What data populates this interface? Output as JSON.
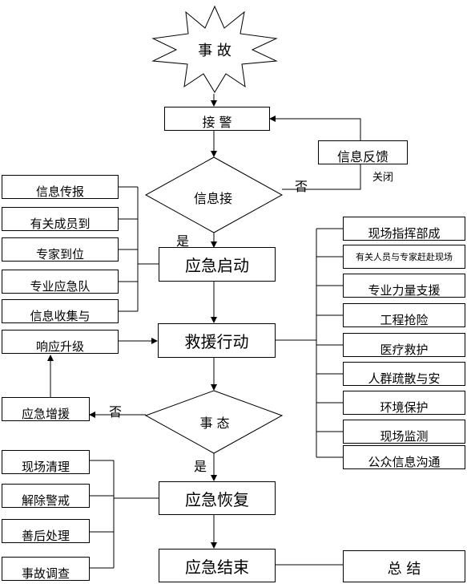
{
  "start": "事 故",
  "receive": "接 警",
  "feedback": "信息反馈",
  "close": "关闭",
  "judge": "信息接",
  "no1": "否",
  "yes1": "是",
  "left_group1": [
    "信息传报",
    "有关成员到",
    "专家到位",
    "专业应急队",
    "信息收集与"
  ],
  "start_response": "应急启动",
  "rescue": "救援行动",
  "upgrade": "响应升级",
  "expand": "应急增援",
  "judge2": "事 态",
  "no2": "否",
  "yes2": "是",
  "right_group": [
    "现场指挥部成",
    "有关人员与专家赶赴现场",
    "专业力量支援",
    "工程抢险",
    "医疗救护",
    "人群疏散与安",
    "环境保护",
    "现场监测",
    "公众信息沟通"
  ],
  "recovery": "应急恢复",
  "left_group2": [
    "现场清理",
    "解除警戒",
    "善后处理",
    "事故调查"
  ],
  "end": "应急结束",
  "summary": "总    结"
}
